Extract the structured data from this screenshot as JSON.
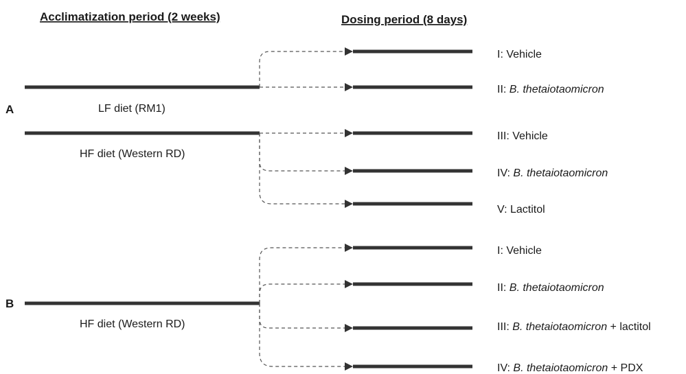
{
  "headers": {
    "acclimatization": "Acclimatization period (2 weeks)",
    "dosing": "Dosing period (8 days)"
  },
  "panel_a": {
    "label": "A",
    "diets": [
      {
        "label": "LF diet (RM1)"
      },
      {
        "label": "HF diet (Western RD)"
      }
    ],
    "groups": [
      {
        "prefix": "I: ",
        "italic": "",
        "suffix": "Vehicle"
      },
      {
        "prefix": "II: ",
        "italic": "B. thetaiotaomicron",
        "suffix": ""
      },
      {
        "prefix": "III: ",
        "italic": "",
        "suffix": "Vehicle"
      },
      {
        "prefix": "IV: ",
        "italic": "B. thetaiotaomicron",
        "suffix": ""
      },
      {
        "prefix": "V: ",
        "italic": "",
        "suffix": "Lactitol"
      }
    ]
  },
  "panel_b": {
    "label": "B",
    "diets": [
      {
        "label": "HF diet (Western RD)"
      }
    ],
    "groups": [
      {
        "prefix": "I: ",
        "italic": "",
        "suffix": "Vehicle"
      },
      {
        "prefix": "II: ",
        "italic": "B. thetaiotaomicron",
        "suffix": ""
      },
      {
        "prefix": "III: ",
        "italic": "B. thetaiotaomicron",
        "suffix": " + lactitol"
      },
      {
        "prefix": "IV: ",
        "italic": "B. thetaiotaomicron",
        "suffix": " + PDX"
      }
    ]
  }
}
